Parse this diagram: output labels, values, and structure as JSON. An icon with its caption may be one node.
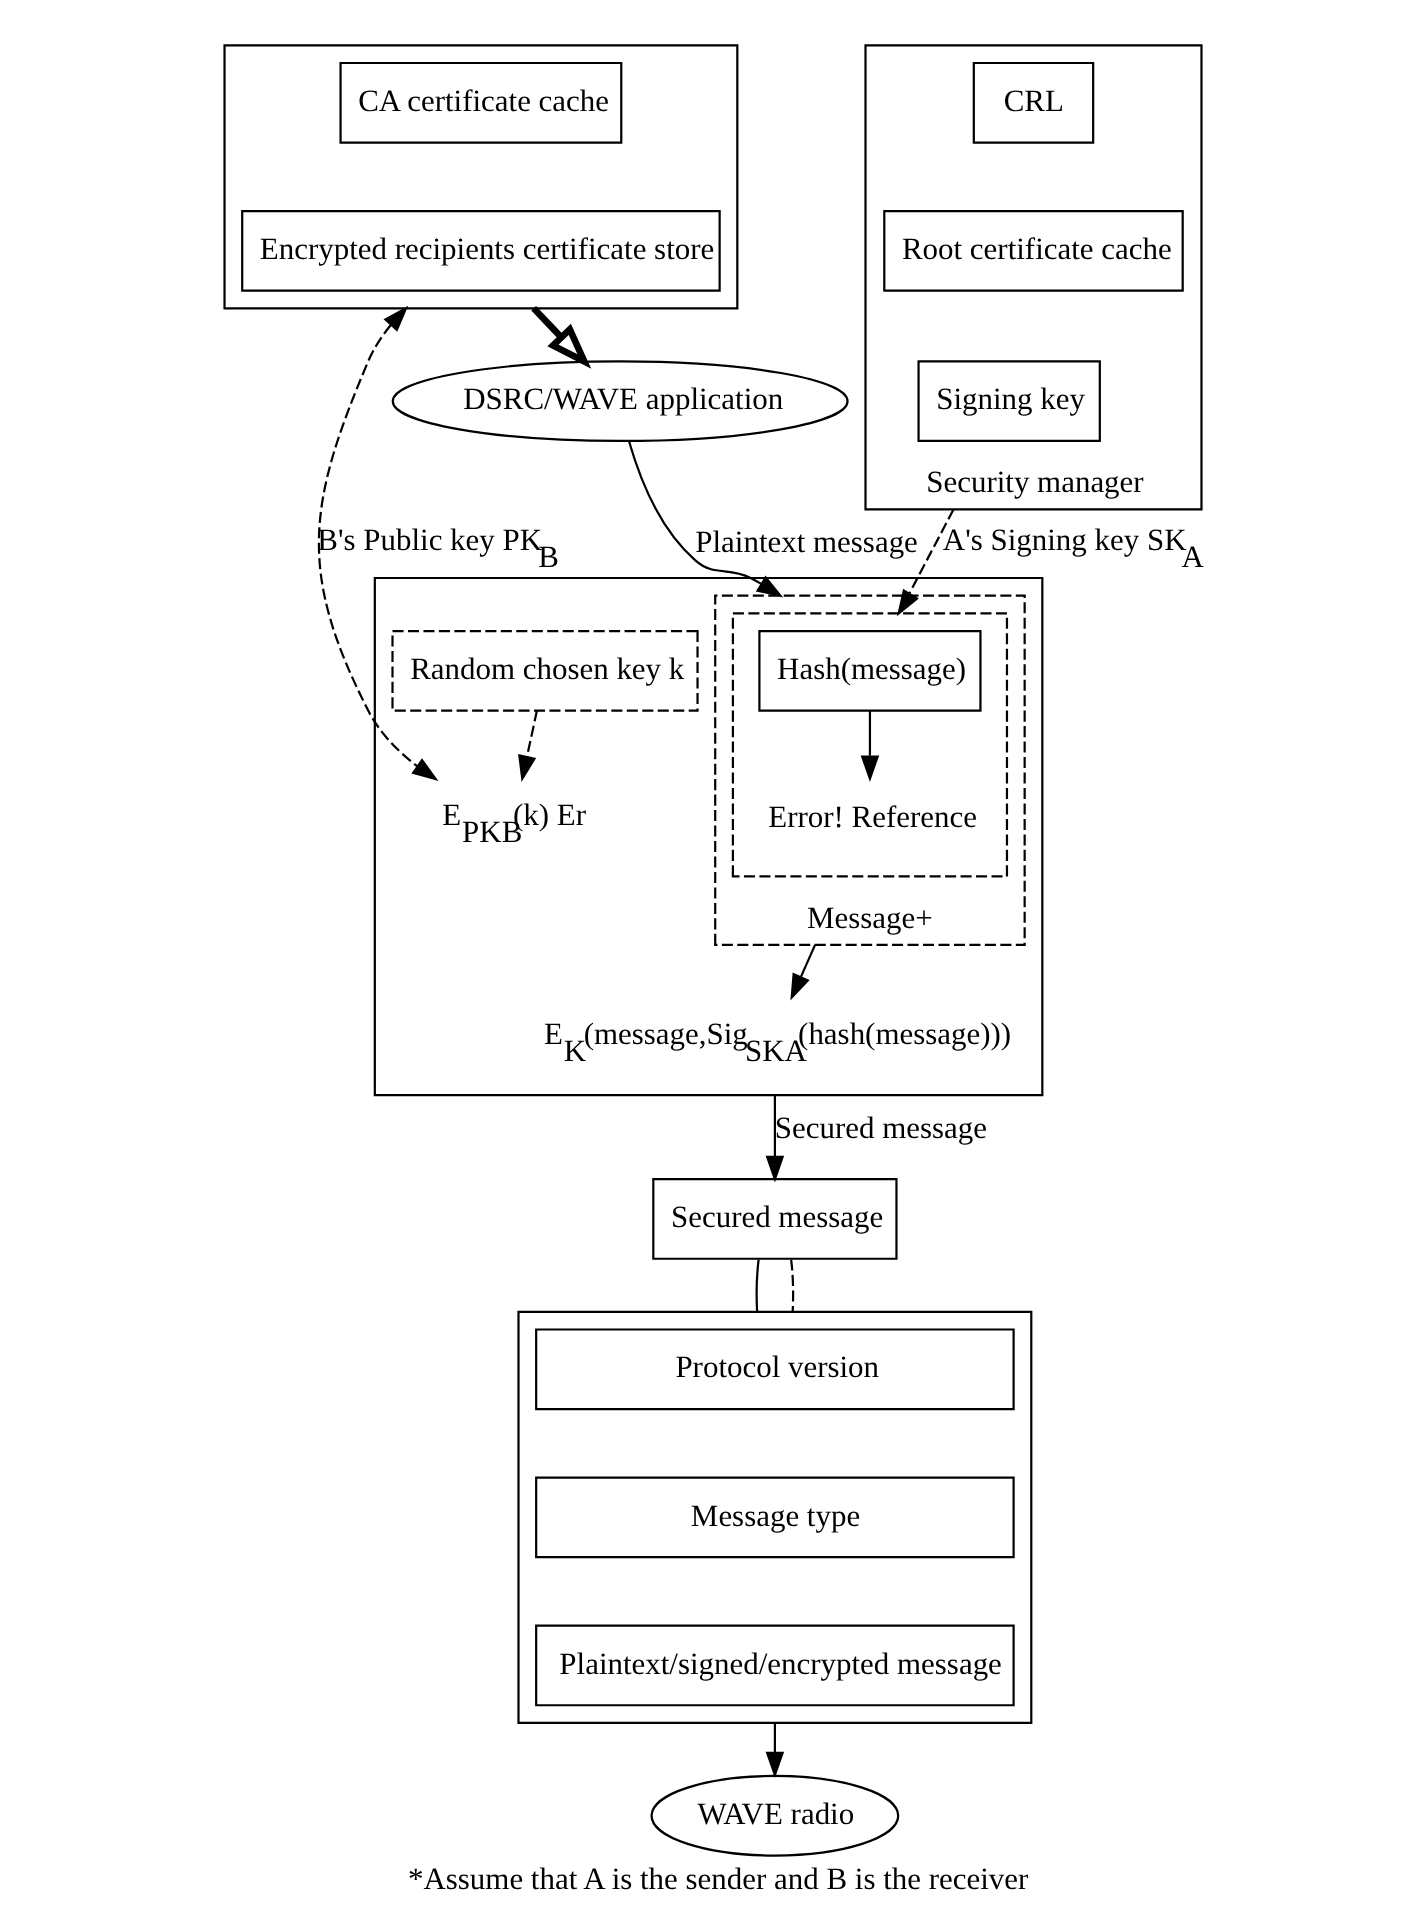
{
  "diagram": {
    "caption": "*Assume that A is the sender and B is the receiver",
    "nodes": [
      {
        "text": [],
        "shape": "box"
      },
      {
        "text": [
          "CA certificate cache"
        ],
        "in": 0
      },
      {
        "text": [
          "Encrypted recipients certificate store"
        ],
        "in": 0
      },
      {
        "text": [
          "DSRC/WAVE application"
        ]
      },
      {
        "text": [
          "Security manager"
        ]
      },
      {
        "text": [
          "CRL"
        ],
        "in": 4
      },
      {
        "text": [
          "Root certificate cache"
        ],
        "in": 4
      },
      {
        "text": [
          "Signing key"
        ],
        "in": 4
      },
      {
        "text": [],
        "shape": "box"
      },
      {
        "text": [
          "Random chosen key k"
        ],
        "in": 8
      },
      {
        "text": [
          "E$_{PKB}$(k) Er"
        ],
        "in": 8
      },
      {
        "text": [
          "Message+"
        ],
        "in": 8
      },
      {
        "text": [],
        "shape": "box",
        "in": 11
      },
      {
        "text": [
          "Hash(message)"
        ],
        "in": 12
      },
      {
        "text": [
          "Error! Reference"
        ],
        "in": 12
      },
      {
        "text": [
          "E$_{K}$(message,Sig$_{SKA}$(hash(message)))"
        ],
        "in": 8
      },
      {
        "text": [
          "Secured message"
        ]
      },
      {
        "text": [],
        "shape": "box"
      },
      {
        "text": [
          "Protocol version"
        ],
        "in": 17
      },
      {
        "text": [
          "Message type"
        ],
        "in": 17
      },
      {
        "text": [
          "Plaintext/signed/encrypted message"
        ],
        "in": 17
      },
      {
        "text": [
          "WAVE radio"
        ]
      }
    ],
    "edges": [
      {
        "from": 0,
        "to": 3,
        "arrow": "to",
        "style": "thick"
      },
      {
        "from": 3,
        "to": 11,
        "arrow": "to",
        "label": "Plaintext message"
      },
      {
        "from": 4,
        "to": 12,
        "arrow": "to",
        "style": "dashed",
        "label": "A's Signing key SK$_{A}$"
      },
      {
        "from": 0,
        "to": 10,
        "arrow": "both",
        "style": "dashed",
        "label": "B's Public key PK$_{B}$"
      },
      {
        "from": 9,
        "to": 10,
        "arrow": "to",
        "style": "dashed"
      },
      {
        "from": 13,
        "to": 14,
        "arrow": "to"
      },
      {
        "from": 11,
        "to": 15,
        "arrow": "to"
      },
      {
        "from": 8,
        "to": 16,
        "arrow": "to",
        "label": "Secured message"
      },
      {
        "from": 16,
        "to": 17,
        "arrow": "none"
      },
      {
        "from": 16,
        "to": 17,
        "arrow": "none",
        "style": "dashed"
      },
      {
        "from": 17,
        "to": 21,
        "arrow": "to"
      }
    ]
  }
}
